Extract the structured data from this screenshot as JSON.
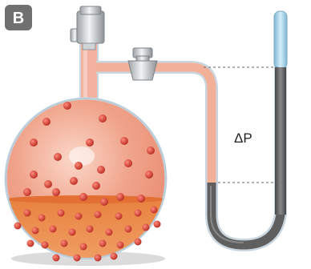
{
  "badge": {
    "label": "B",
    "color": "#707070"
  },
  "delta_p": {
    "label": "ΔP"
  },
  "colors": {
    "flask_fill": "#f2a68f",
    "liquid": "#e5793a",
    "molecule": "#cc3529",
    "gas_tube": "#f2b098",
    "mercury": "#6b6b6b",
    "open_tube": "#a8d2e8",
    "glass": "#c9dbe6"
  },
  "icons": {
    "valve_top": "stopcock-icon",
    "valve_side": "stopcock-icon",
    "manometer": "u-tube-manometer",
    "molecules": "gas-particle-icon"
  },
  "scene": {
    "molecule_count_gas": 22,
    "molecule_count_liquid": 28
  }
}
